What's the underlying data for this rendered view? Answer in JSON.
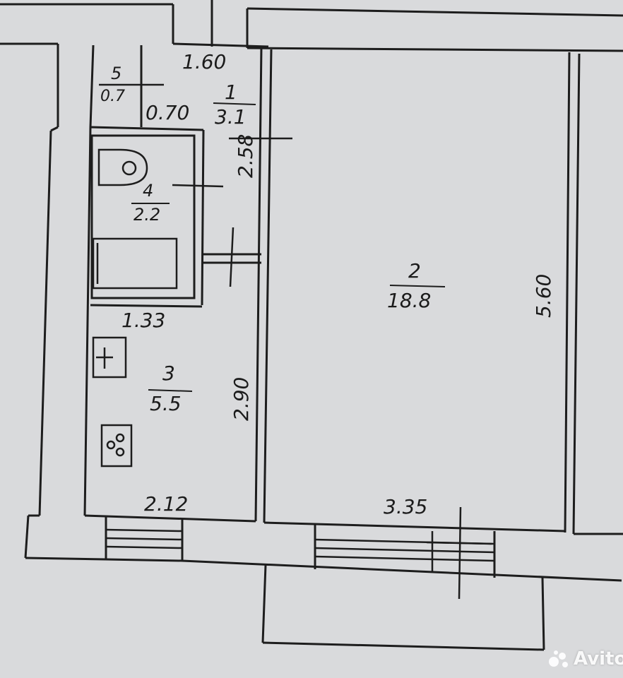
{
  "rooms": [
    {
      "number": "1",
      "area": "3.1"
    },
    {
      "number": "2",
      "area": "18.8"
    },
    {
      "number": "3",
      "area": "5.5"
    },
    {
      "number": "4",
      "area": "2.2"
    },
    {
      "number": "5",
      "area": "0.7"
    }
  ],
  "dimensions": {
    "hall_width": "1.60",
    "closet_width": "0.70",
    "hall_length": "2.58",
    "bath_width": "1.33",
    "kitchen_length": "2.90",
    "kitchen_width": "2.12",
    "room_width": "3.35",
    "room_length": "5.60"
  },
  "watermark": {
    "text": "Avito",
    "icon": "avito-dots-logo"
  }
}
